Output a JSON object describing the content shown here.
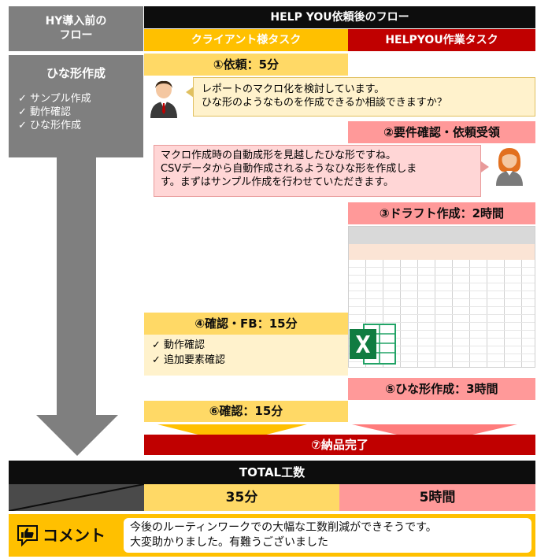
{
  "header": {
    "before_title": "HY導入前の\nフロー",
    "after_title": "HELP YOU依頼後のフロー",
    "client_column": "クライアント様タスク",
    "helpyou_column": "HELPYOU作業タスク"
  },
  "before": {
    "title": "ひな形作成",
    "items": [
      "✓ サンプル作成",
      "✓ 動作確認",
      "✓ ひな形作成"
    ]
  },
  "steps": {
    "s1": "①依頼：5分",
    "s2": "②要件確認・依頼受領",
    "s3": "③ドラフト作成：2時間",
    "s4": "④確認・FB：15分",
    "s5": "⑤ひな形作成：3時間",
    "s6": "⑥確認：15分",
    "s7": "⑦納品完了"
  },
  "client_message": {
    "line1": "レポートのマクロ化を検討しています。",
    "line2": "ひな形のようなものを作成できるか相談できますか？"
  },
  "hy_message": {
    "line1": "マクロ作成時の自動成形を見越したひな形ですね。",
    "line2": "CSVデータから自動作成されるようなひな形を作成しま",
    "line3": "す。まずはサンプル作成を行わせていただきます。"
  },
  "check_items": [
    "✓ 動作確認",
    "✓ 追加要素確認"
  ],
  "total": {
    "label": "TOTAL工数",
    "client": "35分",
    "helpyou": "5時間"
  },
  "comment": {
    "label": "コメント",
    "line1": "今後のルーティンワークでの大幅な工数削減ができそうです。",
    "line2": "大変助かりました。有難うございました"
  },
  "icons": {
    "client_person": "businessman-icon",
    "hy_person": "woman-staff-icon",
    "excel": "excel-icon",
    "comment": "thumbs-up-comment-icon"
  },
  "colors": {
    "client": "#ffc000",
    "helpyou": "#c00000",
    "gray": "#7f7f7f",
    "yellow_light": "#ffd966",
    "pink_light": "#ff9999"
  }
}
